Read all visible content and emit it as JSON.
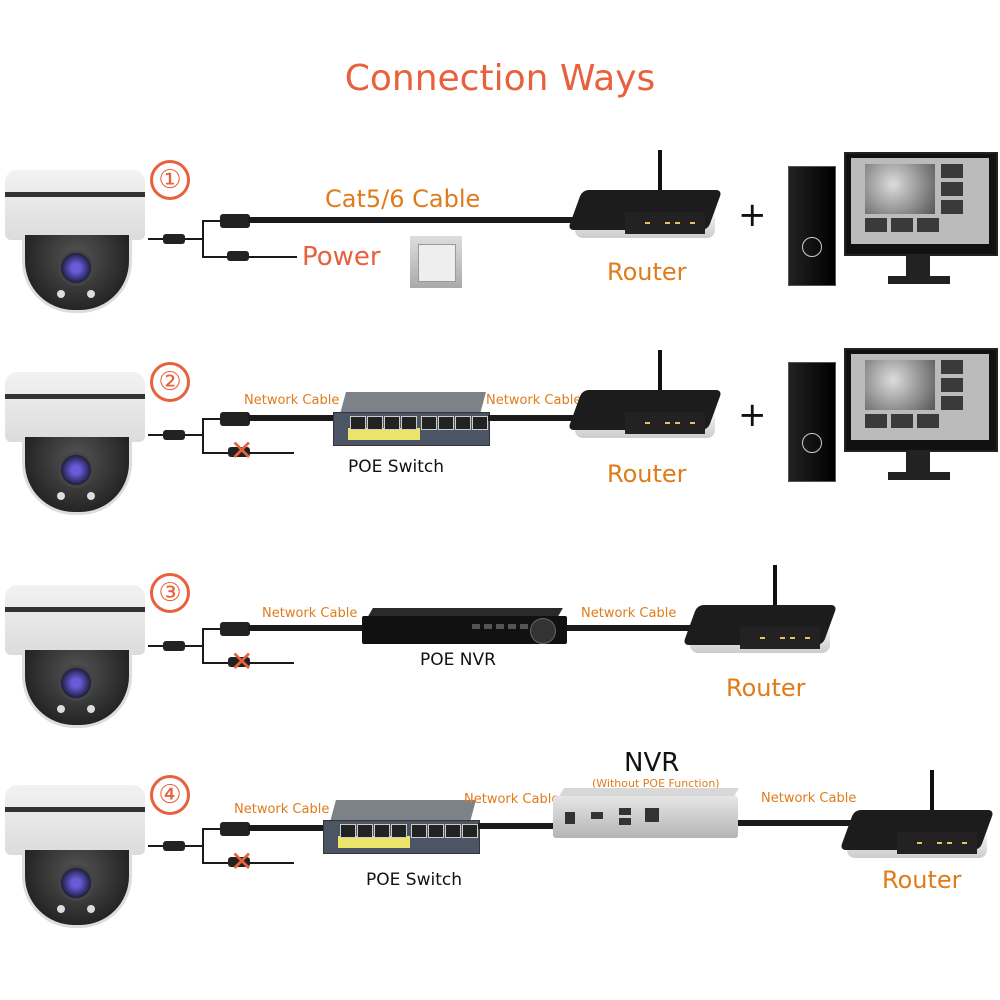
{
  "title": "Connection Ways",
  "colors": {
    "title": "#e8603c",
    "label_orange": "#e07b1a",
    "cable": "#1a1a1a"
  },
  "rows": [
    {
      "number": "①",
      "cable_label": "Cat5/6 Cable",
      "power_label": "Power",
      "power_icon": "wall-socket-icon",
      "router_label": "Router",
      "plus": "+",
      "pc_icon": "desktop-pc-monitor-icon"
    },
    {
      "number": "②",
      "cable_label_1": "Network Cable",
      "device_label": "POE Switch",
      "cable_label_2": "Network Cable",
      "router_label": "Router",
      "plus": "+",
      "power_crossed": "✕"
    },
    {
      "number": "③",
      "cable_label_1": "Network Cable",
      "device_label": "POE NVR",
      "cable_label_2": "Network Cable",
      "router_label": "Router",
      "power_crossed": "✕"
    },
    {
      "number": "④",
      "cable_label_1": "Network Cable",
      "switch_label": "POE Switch",
      "cable_label_2": "Network Cable",
      "nvr_label": "NVR",
      "nvr_sublabel": "(Without POE Function)",
      "cable_label_3": "Network Cable",
      "router_label": "Router",
      "power_crossed": "✕"
    }
  ]
}
